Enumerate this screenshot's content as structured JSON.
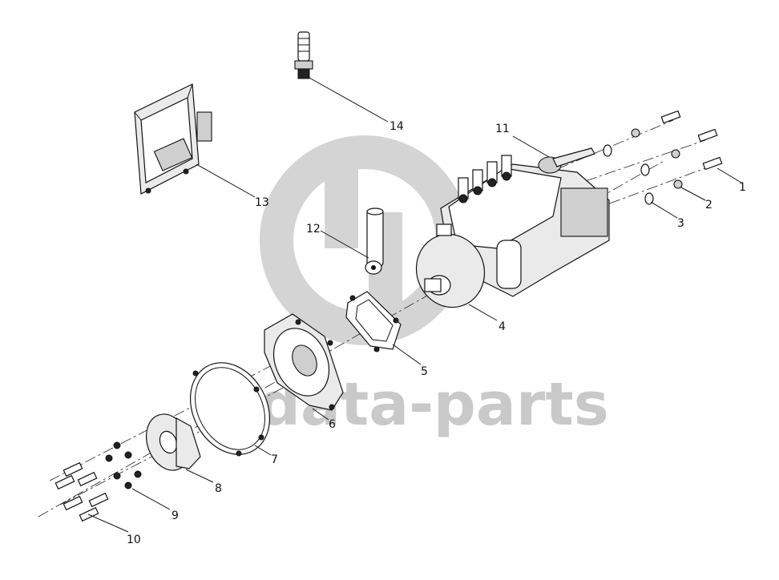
{
  "watermark": {
    "text": "data-parts",
    "color": "#c9c9c9"
  },
  "callouts": [
    {
      "id": "1",
      "label": "1"
    },
    {
      "id": "2",
      "label": "2"
    },
    {
      "id": "3",
      "label": "3"
    },
    {
      "id": "4",
      "label": "4"
    },
    {
      "id": "5",
      "label": "5"
    },
    {
      "id": "6",
      "label": "6"
    },
    {
      "id": "7",
      "label": "7"
    },
    {
      "id": "8",
      "label": "8"
    },
    {
      "id": "9",
      "label": "9"
    },
    {
      "id": "10",
      "label": "10"
    },
    {
      "id": "11",
      "label": "11"
    },
    {
      "id": "12",
      "label": "12"
    },
    {
      "id": "13",
      "label": "13"
    },
    {
      "id": "14",
      "label": "14"
    }
  ]
}
